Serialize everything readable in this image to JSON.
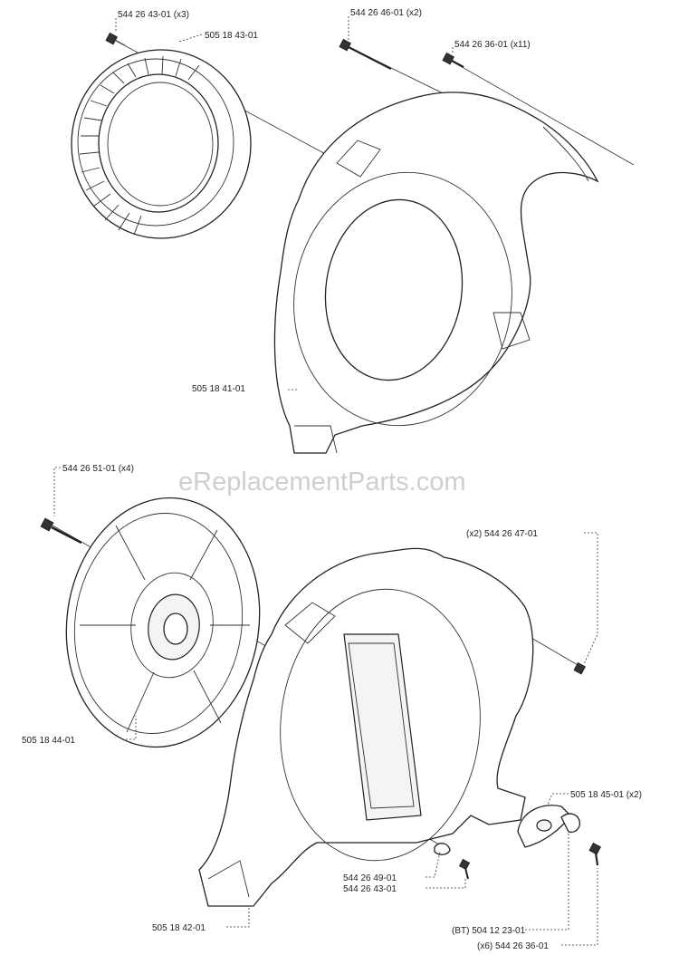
{
  "watermark": "eReplacementParts.com",
  "colors": {
    "line": "#222222",
    "watermark": "#cfcfcf",
    "background": "#ffffff"
  },
  "labels": {
    "bolt_top_left": "544 26 43-01 (x3)",
    "guard_ring": "505 18 43-01",
    "bolt_long_top": "544 26 46-01 (x2)",
    "screw_top_right": "544 26 36-01 (x11)",
    "housing_upper": "505 18 41-01",
    "bolt_fan": "544 26 51-01 (x4)",
    "screw_right_x2": "(x2) 544 26 47-01",
    "fan": "505 18 44-01",
    "cap_x2": "505 18 45-01 (x2)",
    "screw_49": "544 26 49-01",
    "screw_43": "544 26 43-01",
    "housing_lower": "505 18 42-01",
    "clip_bt": "(BT) 504 12 23-01",
    "screw_x6": "(x6) 544 26 36-01"
  }
}
